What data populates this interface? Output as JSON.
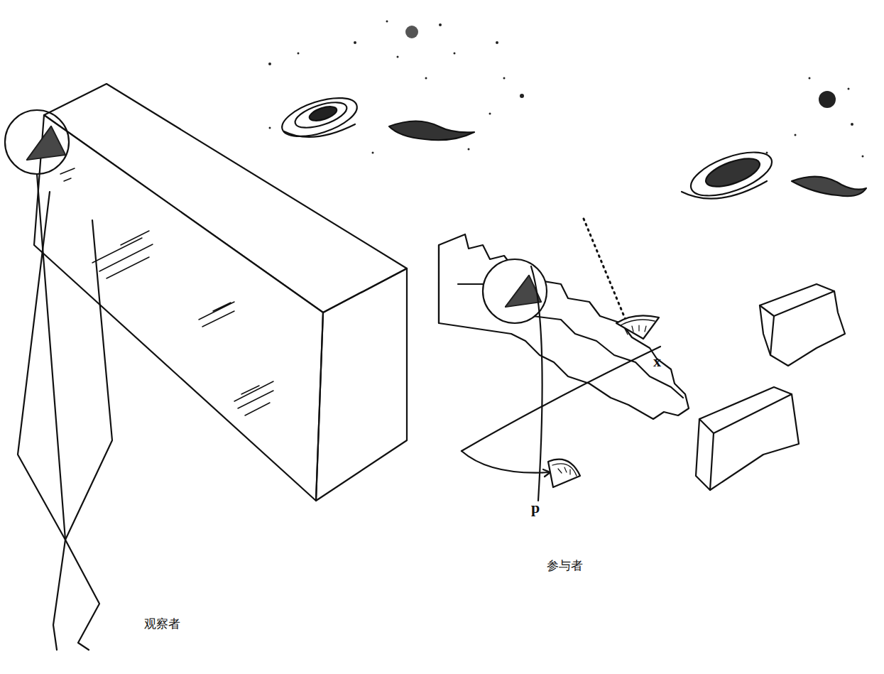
{
  "diagram": {
    "labels": [
      "x",
      "p",
      "参与者",
      "观察者"
    ]
  }
}
